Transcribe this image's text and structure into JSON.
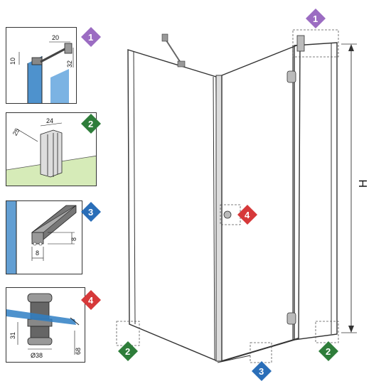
{
  "badges": [
    {
      "id": "1",
      "color": "#9b6cc2"
    },
    {
      "id": "2",
      "color": "#2e7d3a"
    },
    {
      "id": "3",
      "color": "#2a6eb8"
    },
    {
      "id": "4",
      "color": "#d6393a"
    }
  ],
  "detail1": {
    "dim_width": "20",
    "dim_left": "10",
    "dim_right": "32"
  },
  "detail2": {
    "dim_width": "24",
    "dim_depth": "25"
  },
  "detail3": {
    "dim_height": "8",
    "dim_width": "8"
  },
  "detail4": {
    "dim_height": "31",
    "dim_diameter": "Ø38",
    "dim_length": "68"
  },
  "main": {
    "height_label": "H"
  },
  "colors": {
    "glass": "#2f7fc4",
    "floor": "#d6ebb8",
    "frame": "#333333"
  }
}
